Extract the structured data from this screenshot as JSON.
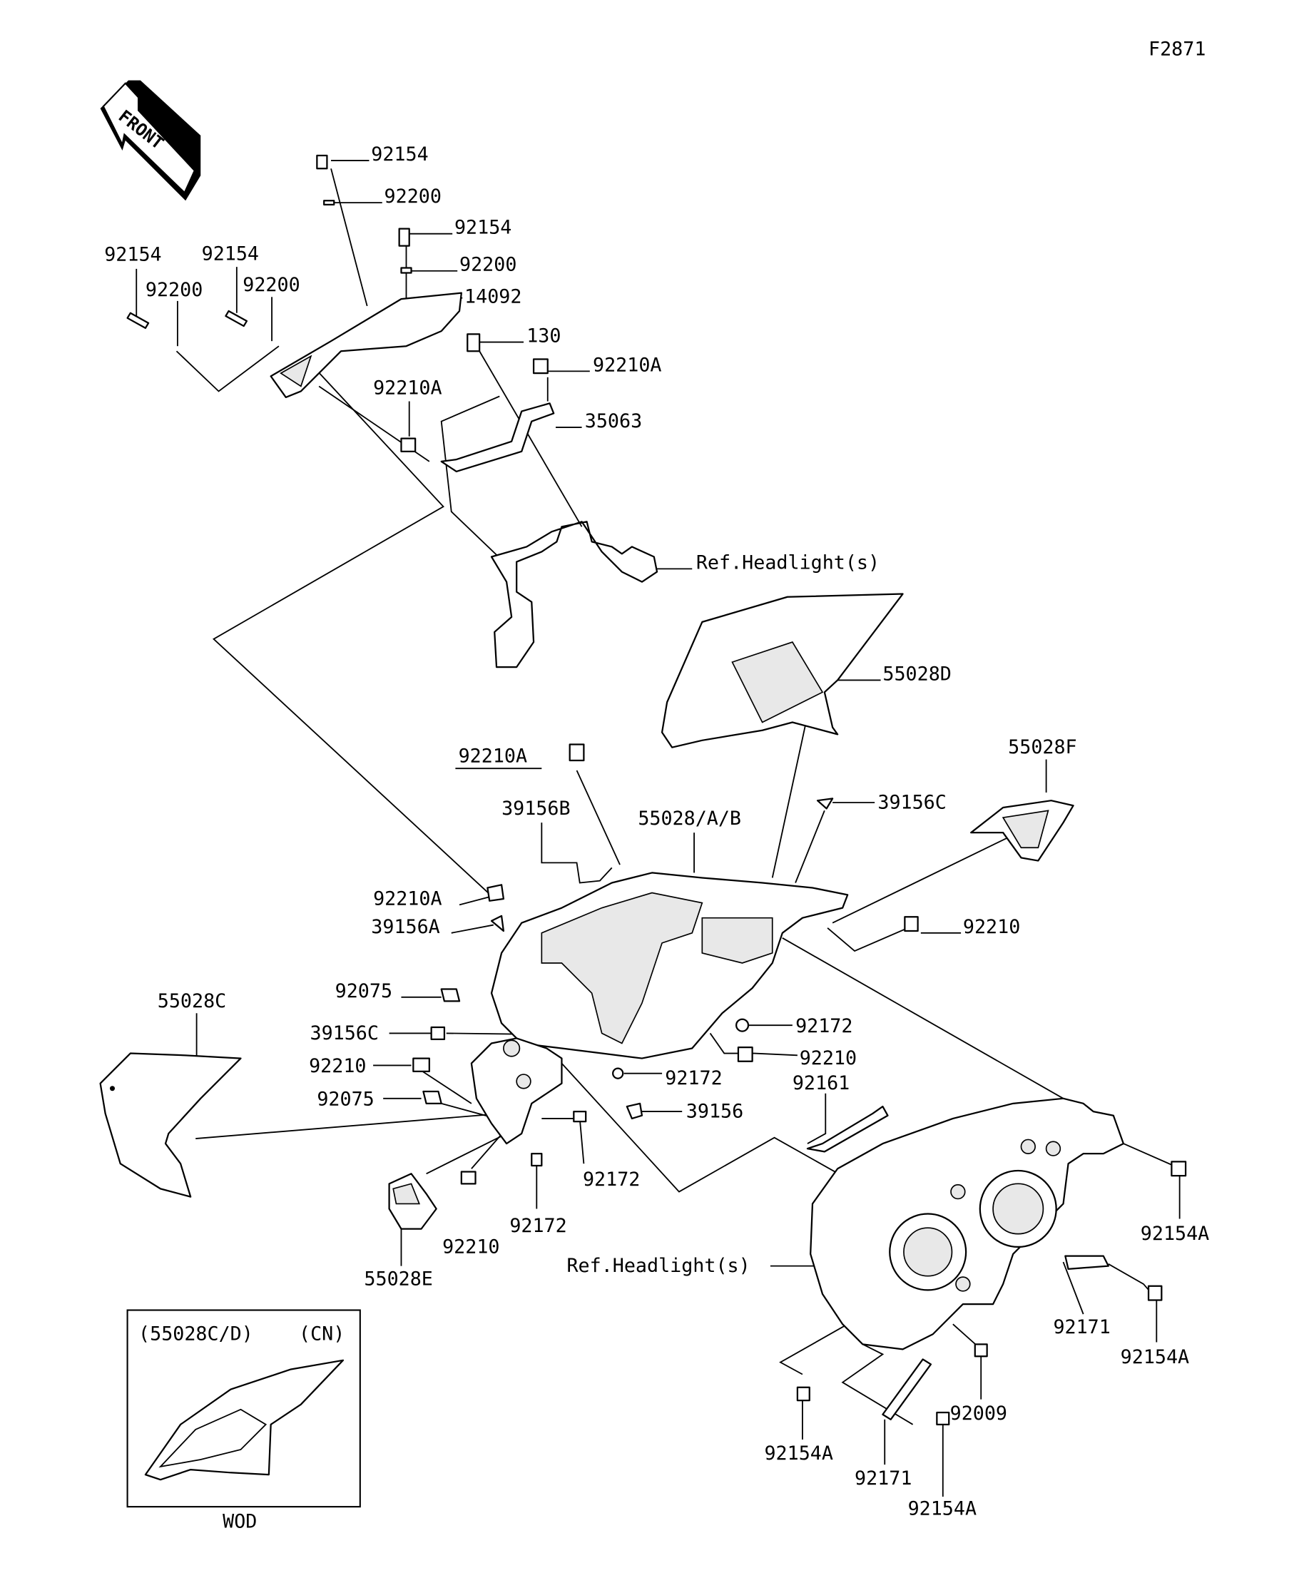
{
  "figure_code": "F2871",
  "front_arrow": "FRONT",
  "labels": {
    "a1": "92154",
    "a2": "92200",
    "a3": "92154",
    "a4": "92200",
    "a5": "92154",
    "a6": "92154",
    "a7": "92200",
    "a8": "92200",
    "a9": "14092",
    "a10": "130",
    "a11": "92210A",
    "a12": "92210A",
    "a13": "35063",
    "a14": "Ref.Headlight(s)",
    "a15": "55028D",
    "a16": "92210A",
    "a17": "55028F",
    "a18": "39156B",
    "a19": "55028/A/B",
    "a20": "39156C",
    "a21": "92210A",
    "a22": "39156A",
    "a23": "92210",
    "a24": "92075",
    "a25": "55028C",
    "a26": "92172",
    "a27": "39156C",
    "a28": "92210",
    "a29": "92210",
    "a30": "92172",
    "a31": "92161",
    "a32": "92075",
    "a33": "39156",
    "a34": "92172",
    "a35": "92154A",
    "a36": "92210",
    "a37": "92172",
    "a38": "55028E",
    "a39": "Ref.Headlight(s)",
    "a40": "92171",
    "a41": "92154A",
    "a42": "92009",
    "a43": "92154A",
    "a44": "92171",
    "a45": "92154A"
  },
  "inset": {
    "model": "(55028C/D)",
    "region": "(CN)",
    "caption": "WOD"
  }
}
